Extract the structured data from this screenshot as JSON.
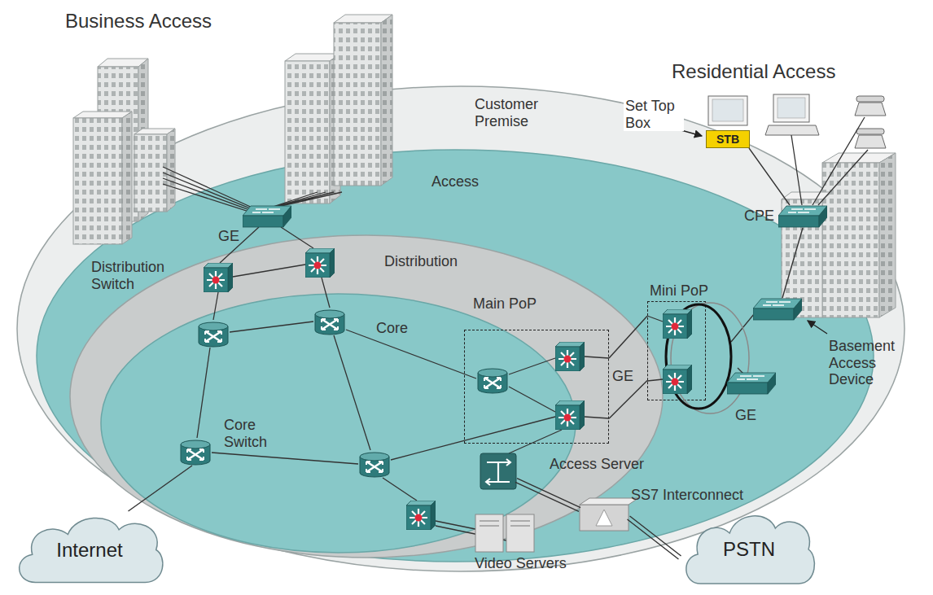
{
  "diagram": {
    "nodes": [
      {
        "text": [
          "Customer Premise"
        ]
      },
      {
        "text": [
          "Access"
        ],
        "in": 0
      },
      {
        "text": [
          "Distribution"
        ],
        "in": 1
      },
      {
        "text": [
          "Core"
        ],
        "in": 2
      },
      {
        "text": [
          "Main PoP"
        ],
        "in": 2
      },
      {
        "text": [
          "Mini PoP"
        ],
        "in": 1
      },
      {
        "text": [
          "STB"
        ]
      },
      {
        "text": [
          "CPE"
        ],
        "in": 0
      },
      {
        "text": [
          "Basement Access Device"
        ],
        "in": 1
      },
      {
        "text": [
          "Distribution Switch"
        ],
        "in": 2
      },
      {
        "text": [
          "Core Switch"
        ],
        "in": 3
      },
      {
        "text": [
          "Access Server"
        ],
        "in": 1
      },
      {
        "text": [
          "SS7 Interconnect"
        ],
        "in": 1
      },
      {
        "text": [
          "Video Servers"
        ],
        "in": 1
      },
      {
        "text": [
          "Internet"
        ]
      },
      {
        "text": [
          "PSTN"
        ]
      }
    ],
    "edges": [
      {
        "from": 10,
        "to": 14,
        "arrow": "none"
      },
      {
        "from": 11,
        "to": 12,
        "arrow": "none"
      },
      {
        "from": 12,
        "to": 15,
        "arrow": "none"
      },
      {
        "from": 4,
        "to": 5,
        "arrow": "none"
      },
      {
        "from": 4,
        "to": 5,
        "arrow": "none"
      },
      {
        "from": 7,
        "to": 8,
        "arrow": "none"
      }
    ],
    "labels": [
      "Business Access",
      "Residential Access",
      "Set Top Box",
      "GE",
      "GE",
      "GE"
    ]
  }
}
